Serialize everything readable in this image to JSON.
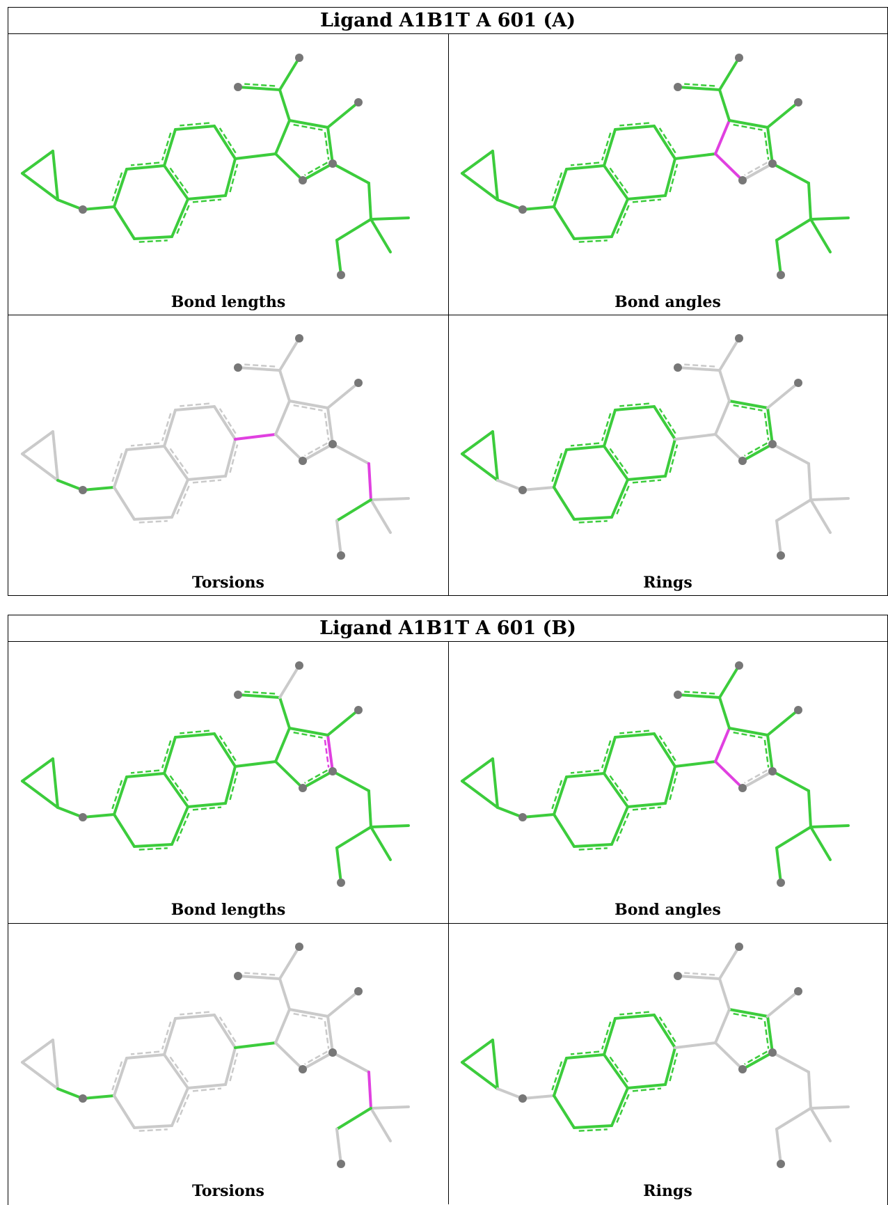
{
  "colors": {
    "pass": "#3ccc3c",
    "outlier": "#e040e0",
    "unassessed": "#cacaca",
    "atom": "#777777"
  },
  "tables": [
    {
      "id": "A",
      "title": "Ligand A1B1T A 601 (A)",
      "panels": [
        {
          "caption": "Bond lengths",
          "status": {
            "default": "pass",
            "overrides": {}
          }
        },
        {
          "caption": "Bond angles",
          "status": {
            "default": "pass",
            "overrides": {
              "b6": "outlier",
              "b9": "outlier",
              "b23": "unassessed"
            }
          }
        },
        {
          "caption": "Torsions",
          "status": {
            "default": "unassessed",
            "overrides": {
              "b3": "pass",
              "b4": "pass",
              "b18": "outlier",
              "b29": "outlier",
              "b30": "pass"
            }
          }
        },
        {
          "caption": "Rings",
          "status": {
            "default": "unassessed",
            "overrides": {
              "b0": "pass",
              "b1": "pass",
              "b2": "pass",
              "b5": "pass",
              "b10": "pass",
              "b11": "pass",
              "b12": "pass",
              "b13": "pass",
              "b14": "pass",
              "b15": "pass",
              "b16": "pass",
              "b17": "pass",
              "b19": "pass",
              "b20": "pass",
              "b21": "pass",
              "b22": "pass",
              "b23": "pass"
            }
          }
        }
      ]
    },
    {
      "id": "B",
      "title": "Ligand A1B1T A 601 (B)",
      "panels": [
        {
          "caption": "Bond lengths",
          "status": {
            "default": "pass",
            "overrides": {
              "b22": "outlier",
              "b24": "unassessed"
            }
          }
        },
        {
          "caption": "Bond angles",
          "status": {
            "default": "pass",
            "overrides": {
              "b6": "outlier",
              "b9": "outlier",
              "b23": "unassessed"
            }
          }
        },
        {
          "caption": "Torsions",
          "status": {
            "default": "unassessed",
            "overrides": {
              "b3": "pass",
              "b4": "pass",
              "b18": "pass",
              "b29": "outlier",
              "b30": "pass"
            }
          }
        },
        {
          "caption": "Rings",
          "status": {
            "default": "unassessed",
            "overrides": {
              "b0": "pass",
              "b1": "pass",
              "b2": "pass",
              "b5": "pass",
              "b10": "pass",
              "b11": "pass",
              "b12": "pass",
              "b13": "pass",
              "b14": "pass",
              "b15": "pass",
              "b16": "pass",
              "b17": "pass",
              "b19": "pass",
              "b20": "pass",
              "b21": "pass",
              "b22": "pass",
              "b23": "pass"
            }
          }
        }
      ]
    }
  ]
}
